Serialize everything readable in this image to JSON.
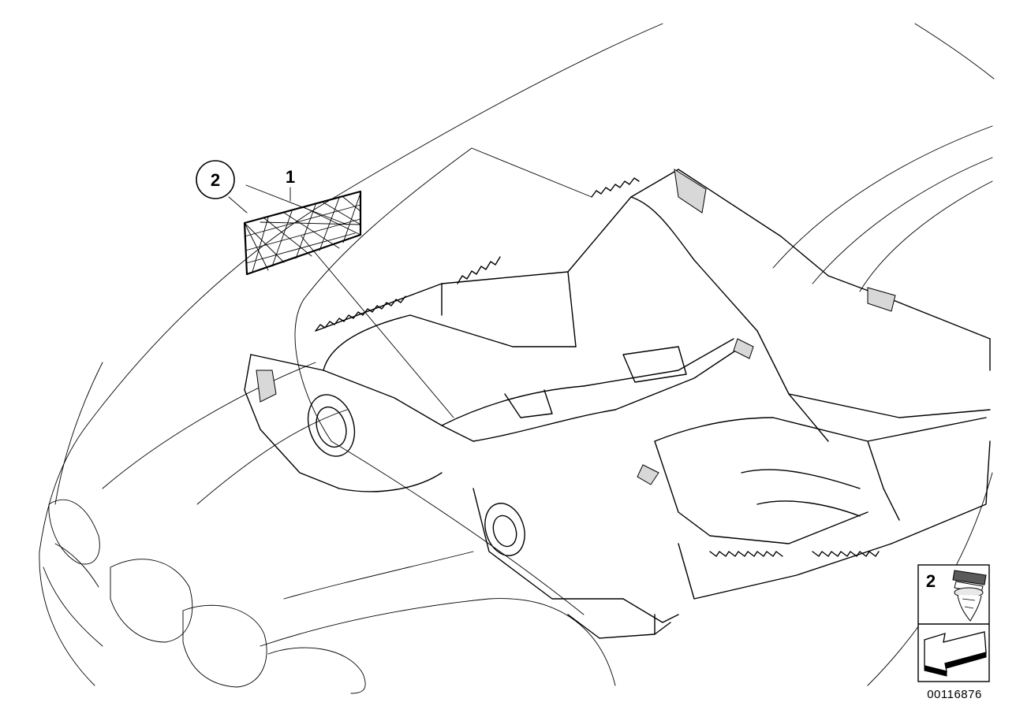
{
  "callouts": {
    "part_1": "1",
    "part_2": "2"
  },
  "legend": {
    "item_number": "2"
  },
  "diagram_code": "00116876",
  "icons": {
    "clip": "push-clip-icon",
    "arrow": "direction-arrow-icon"
  }
}
